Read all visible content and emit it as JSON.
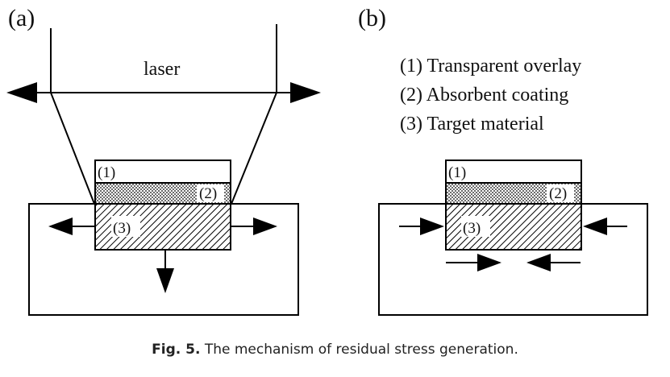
{
  "panels": {
    "a": {
      "label": "(a)",
      "laser_label": "laser",
      "layer_labels": [
        "(1)",
        "(2)",
        "(3)"
      ]
    },
    "b": {
      "label": "(b)",
      "legend": [
        "(1) Transparent overlay",
        "(2) Absorbent coating",
        "(3) Target material"
      ],
      "layer_labels": [
        "(1)",
        "(2)",
        "(3)"
      ]
    }
  },
  "caption": {
    "fig_label": "Fig. 5.",
    "text": " The mechanism of residual stress generation."
  },
  "colors": {
    "line": "#000000",
    "text": "#111111",
    "background": "#ffffff"
  }
}
